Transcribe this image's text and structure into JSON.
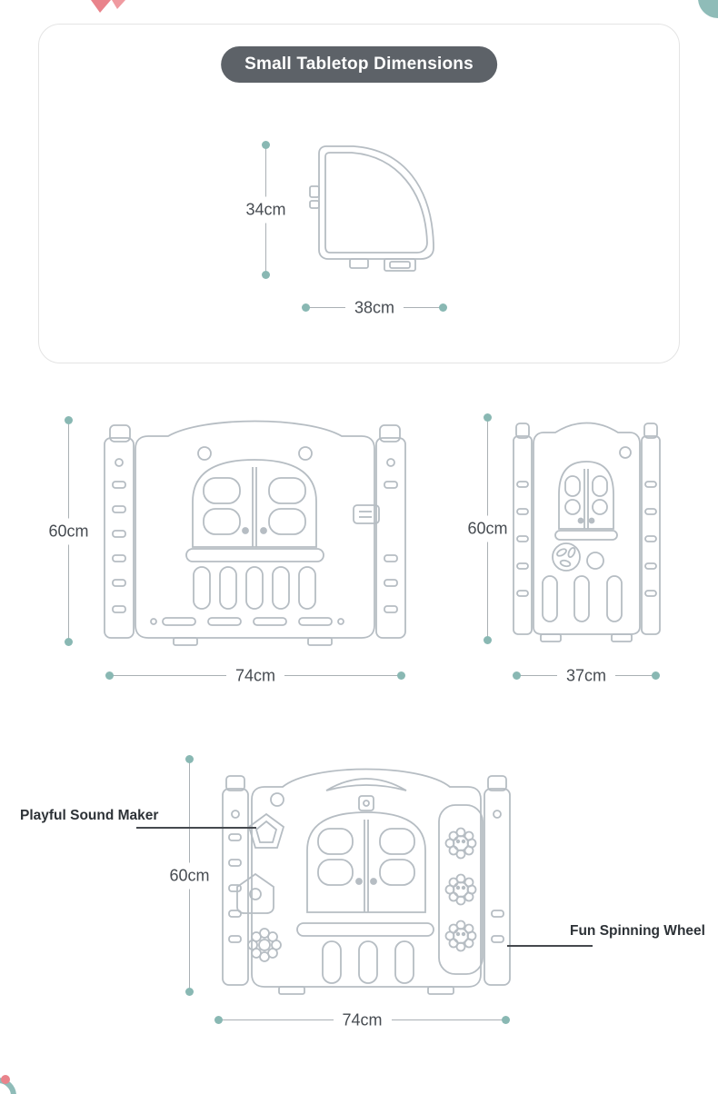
{
  "tabletop": {
    "title": "Small Tabletop Dimensions",
    "height": "34cm",
    "width": "38cm"
  },
  "large_panel": {
    "height": "60cm",
    "width": "74cm"
  },
  "small_panel": {
    "height": "60cm",
    "width": "37cm"
  },
  "feature_panel": {
    "height": "60cm",
    "width": "74cm",
    "left_callout": "Playful Sound Maker",
    "right_callout": "Fun Spinning Wheel"
  },
  "colors": {
    "accent_teal_dot": "#89b8b3",
    "badge_bg": "#5d6268",
    "drawing_stroke": "#b6bdc3",
    "dim_line": "#aab0b4",
    "text_dark": "#2d3237",
    "decor_red": "#e9838b"
  },
  "drawings": {
    "tabletop": "quarter-round-tabletop-panel",
    "large_panel": "fence-panel-with-double-doors",
    "small_panel": "narrow-fence-panel-with-door",
    "feature_panel": "fence-panel-with-toys"
  }
}
